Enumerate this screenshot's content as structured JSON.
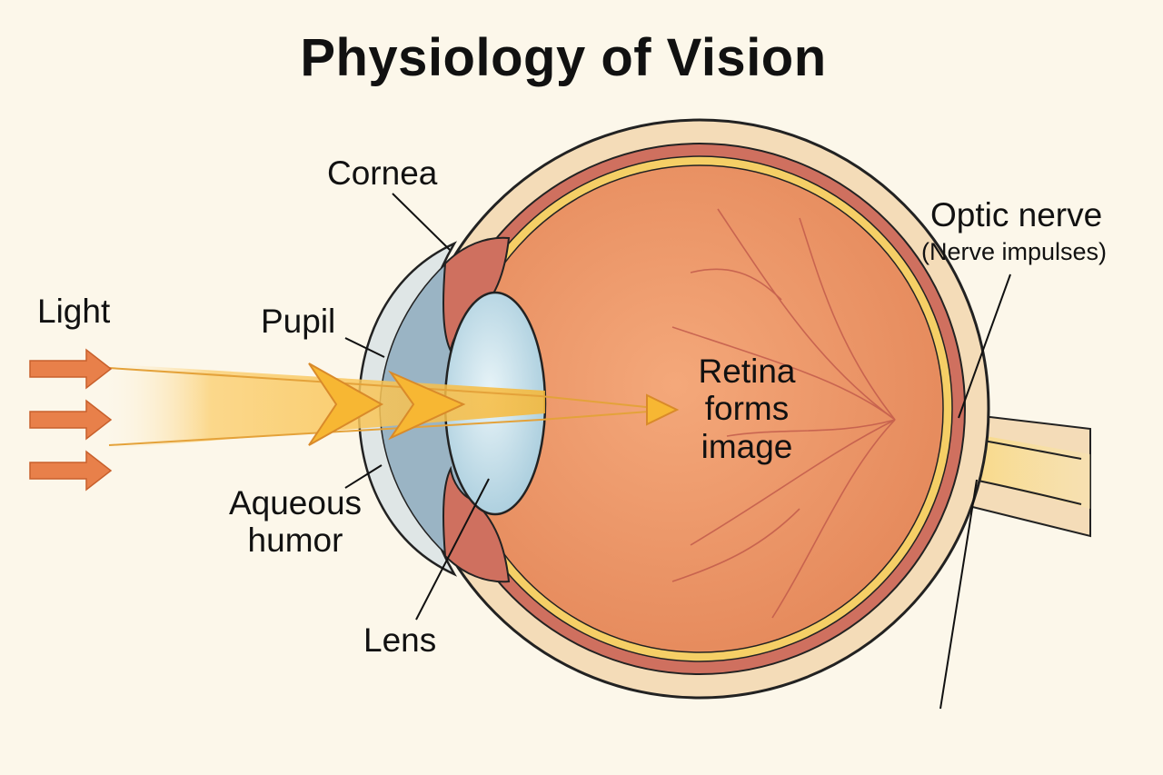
{
  "title": "Physiology of Vision",
  "labels": {
    "light": "Light",
    "cornea": "Cornea",
    "pupil": "Pupil",
    "aqueous_line1": "Aqueous",
    "aqueous_line2": "humor",
    "lens": "Lens",
    "retina_line1": "Retina",
    "retina_line2": "forms",
    "retina_line3": "image",
    "optic_nerve": "Optic nerve",
    "optic_nerve_sub": "(Nerve impulses)"
  },
  "colors": {
    "background": "#fcf7ea",
    "sclera": "#f4dcb8",
    "choroid": "#cf705f",
    "retina_layer": "#f5cf66",
    "vitreous": "#ee9c6c",
    "cornea": "#dfe6e6",
    "aqueous_humor": "#9ab4c4",
    "lens": "#cfe6ef",
    "light_beam": "#f9c44e",
    "arrow": "#e8804a"
  }
}
